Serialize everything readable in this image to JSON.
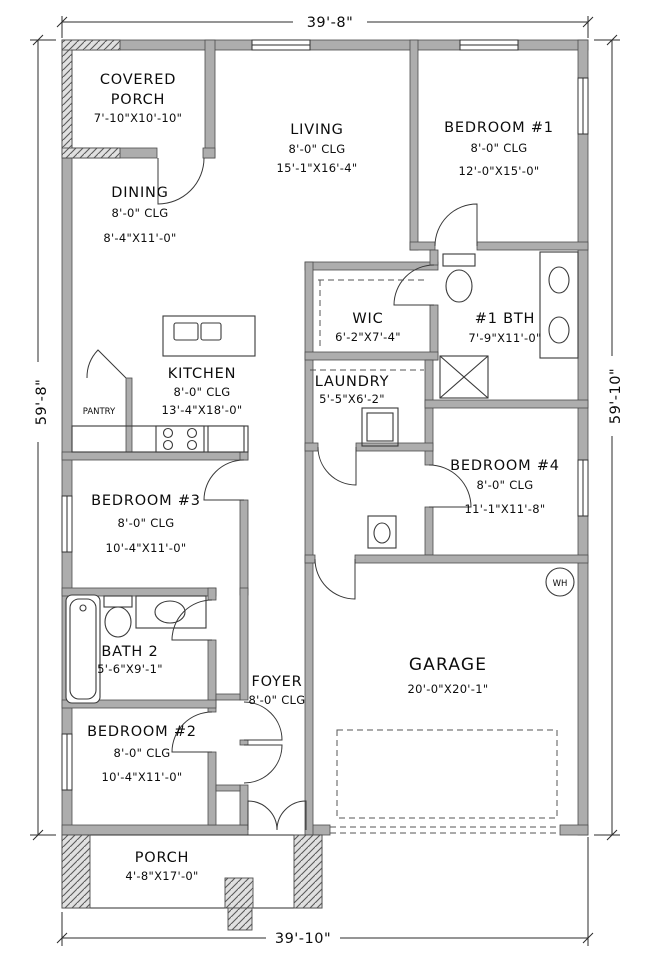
{
  "plan": {
    "dims": {
      "top": "39'-8\"",
      "bottom": "39'-10\"",
      "left": "59'-8\"",
      "right": "59'-10\""
    },
    "rooms": {
      "covered_porch": {
        "line1": "COVERED",
        "line2": "PORCH",
        "size": "7'-10\"X10'-10\""
      },
      "living": {
        "name": "LIVING",
        "clg": "8'-0\" CLG",
        "size": "15'-1\"X16'-4\""
      },
      "bedroom1": {
        "name": "BEDROOM #1",
        "clg": "8'-0\" CLG",
        "size": "12'-0\"X15'-0\""
      },
      "dining": {
        "name": "DINING",
        "clg": "8'-0\" CLG",
        "size": "8'-4\"X11'-0\""
      },
      "wic": {
        "name": "WIC",
        "size": "6'-2\"X7'-4\""
      },
      "bath1": {
        "name": "#1 BTH",
        "size": "7'-9\"X11'-0\""
      },
      "kitchen": {
        "name": "KITCHEN",
        "clg": "8'-0\" CLG",
        "size": "13'-4\"X18'-0\""
      },
      "pantry": {
        "name": "PANTRY"
      },
      "laundry": {
        "name": "LAUNDRY",
        "size": "5'-5\"X6'-2\""
      },
      "bedroom4": {
        "name": "BEDROOM #4",
        "clg": "8'-0\" CLG",
        "size": "11'-1\"X11'-8\""
      },
      "bedroom3": {
        "name": "BEDROOM #3",
        "clg": "8'-0\" CLG",
        "size": "10'-4\"X11'-0\""
      },
      "bath2": {
        "name": "BATH 2",
        "size": "5'-6\"X9'-1\""
      },
      "foyer": {
        "name": "FOYER",
        "clg": "8'-0\" CLG"
      },
      "garage": {
        "name": "GARAGE",
        "size": "20'-0\"X20'-1\""
      },
      "bedroom2": {
        "name": "BEDROOM #2",
        "clg": "8'-0\" CLG",
        "size": "10'-4\"X11'-0\""
      },
      "porch": {
        "name": "PORCH",
        "size": "4'-8\"X17'-0\""
      }
    },
    "labels": {
      "water_heater": "WH"
    },
    "colors": {
      "wall_fill": "#adadad",
      "wall_edge": "#4c4c4c",
      "line": "#2b2b2b"
    }
  }
}
